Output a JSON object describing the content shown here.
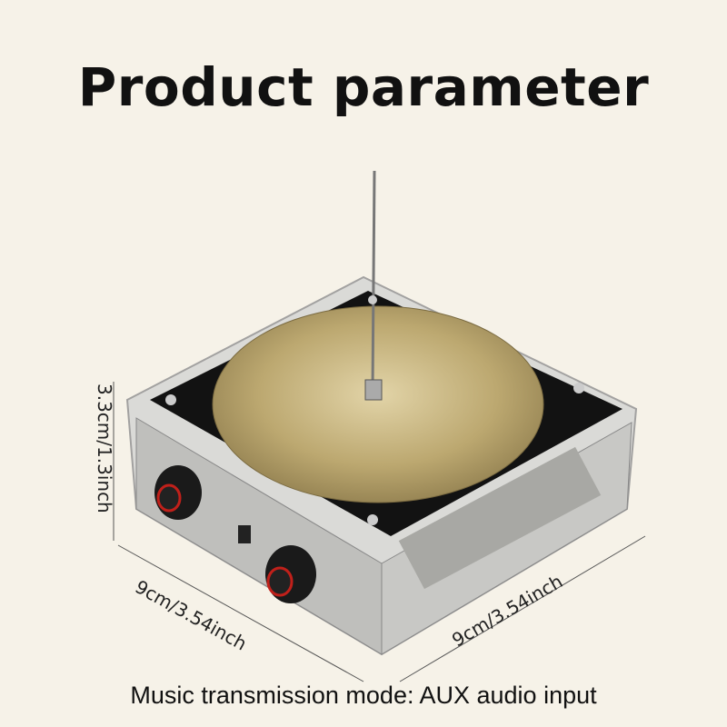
{
  "title": "Product parameter",
  "dimensions": {
    "height": "3.3cm/1.3inch",
    "length_left": "9cm/3.54inch",
    "length_right": "9cm/3.54inch"
  },
  "caption": "Music transmission mode: AUX audio input",
  "colors": {
    "background": "#f6f2e8",
    "disc": "#c9b98a",
    "plate": "#111111",
    "knob_accent": "#c0201a"
  }
}
